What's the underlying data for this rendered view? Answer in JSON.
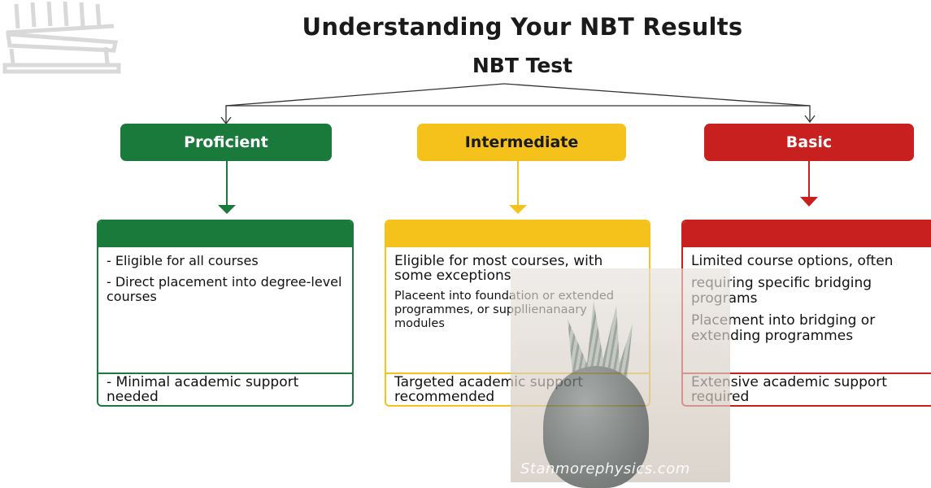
{
  "title": "Understanding Your NBT Results",
  "root": "NBT Test",
  "levels": {
    "proficient": {
      "label": "Proficient",
      "color": "#1a7a3c",
      "items": [
        "- Eligible for all courses",
        "- Direct placement into degree-level courses"
      ],
      "support": "- Minimal academic support needed"
    },
    "intermediate": {
      "label": "Intermediate",
      "color": "#f5c21b",
      "items": [
        "Eligible for most courses, with some exceptions",
        "Placeent into foundation or extended programmes, or suppllienanaary modules"
      ],
      "support": "Targeted academic support recommended"
    },
    "basic": {
      "label": "Basic",
      "color": "#c8201f",
      "items": [
        "Limited course options, often",
        "requiring specific bridging programs",
        "Placement into bridging or extending programmes"
      ],
      "support": "Extensive academic support required"
    }
  },
  "watermark": "Stanmorephysics.com"
}
